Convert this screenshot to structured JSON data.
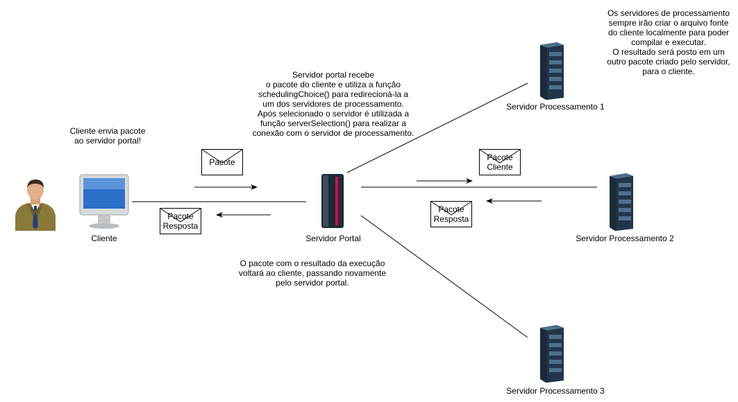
{
  "nodes": {
    "client": {
      "label": "Cliente",
      "icon": "desktop-computer-icon"
    },
    "person": {
      "icon": "businessman-avatar-icon"
    },
    "portal": {
      "label": "Servidor Portal",
      "icon": "portal-server-tower-icon"
    },
    "proc1": {
      "label": "Servidor Processamento 1",
      "icon": "server-rack-icon"
    },
    "proc2": {
      "label": "Servidor Processamento 2",
      "icon": "server-rack-icon"
    },
    "proc3": {
      "label": "Servidor Processamento 3",
      "icon": "server-rack-icon"
    }
  },
  "notes": {
    "client_note": "Cliente envia pacote\nao servidor portal!",
    "portal_note": "Servidor portal recebe\n o pacote do cliente e utiliza a função\nschedulingChoice() para redirecioná-la a\num dos servidores de processamento.\nApós selecionado o servidor é utilizada a\nfunção serverSelection() para realizar a\nconexão com o servidor de processamento.",
    "processing_note": "Os servidores de processamento\nsempre irão criar o arquivo fonte\ndo cliente localmente para poder\ncompilar e executar.\nO resultado será posto em um\noutro pacote criado pelo servidor,\npara o cliente.",
    "return_note": "O pacote com o resultado da execução\nvoltará ao cliente, passando novamente\npelo servidor portal."
  },
  "envelopes": {
    "pacote": "Pacote",
    "pacote_cliente": "Pacote\nCliente",
    "pacote_resposta_left": "Pacote\nResposta",
    "pacote_resposta_right": "Pacote\nResposta"
  },
  "colors": {
    "line": "#000000",
    "server_body": "#1b2a38",
    "server_highlight": "#4f6f8a",
    "portal_accent": "#c0184a",
    "monitor_screen": "#2b6fc8",
    "suit": "#8a7a3a"
  }
}
